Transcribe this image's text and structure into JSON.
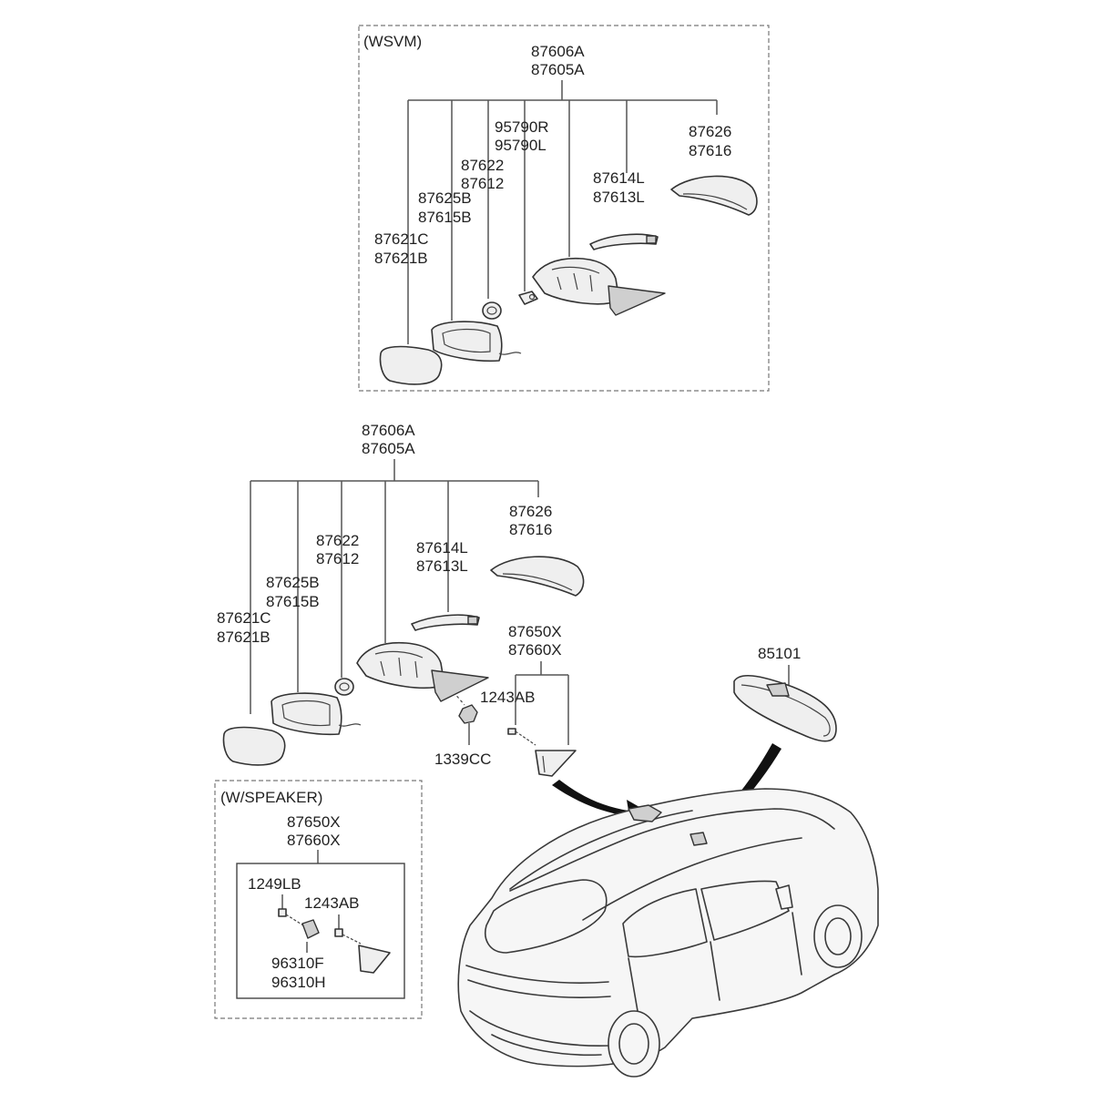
{
  "sections": {
    "wsvm_title": "(WSVM)",
    "speaker_title": "(W/SPEAKER)"
  },
  "wsvm": {
    "assembly": [
      "87606A",
      "87605A"
    ],
    "mirror_glass": [
      "87621C",
      "87621B"
    ],
    "housing_frame": [
      "87625B",
      "87615B"
    ],
    "actuator": [
      "87622",
      "87612"
    ],
    "camera": [
      "95790R",
      "95790L"
    ],
    "repeater_lamp": [
      "87614L",
      "87613L"
    ],
    "scalp_cover": [
      "87626",
      "87616"
    ]
  },
  "standard": {
    "assembly": [
      "87606A",
      "87605A"
    ],
    "mirror_glass": [
      "87621C",
      "87621B"
    ],
    "housing_frame": [
      "87625B",
      "87615B"
    ],
    "actuator": [
      "87622",
      "87612"
    ],
    "repeater_lamp": [
      "87614L",
      "87613L"
    ],
    "scalp_cover": [
      "87626",
      "87616"
    ],
    "nut": "1339CC",
    "garnish": [
      "87650X",
      "87660X"
    ],
    "screw": "1243AB"
  },
  "speaker": {
    "garnish": [
      "87650X",
      "87660X"
    ],
    "screw_a": "1249LB",
    "screw_b": "1243AB",
    "speaker": [
      "96310F",
      "96310H"
    ]
  },
  "inside_mirror": "85101",
  "icons": [
    "arrow-to-door-icon",
    "arrow-to-windshield-icon"
  ]
}
